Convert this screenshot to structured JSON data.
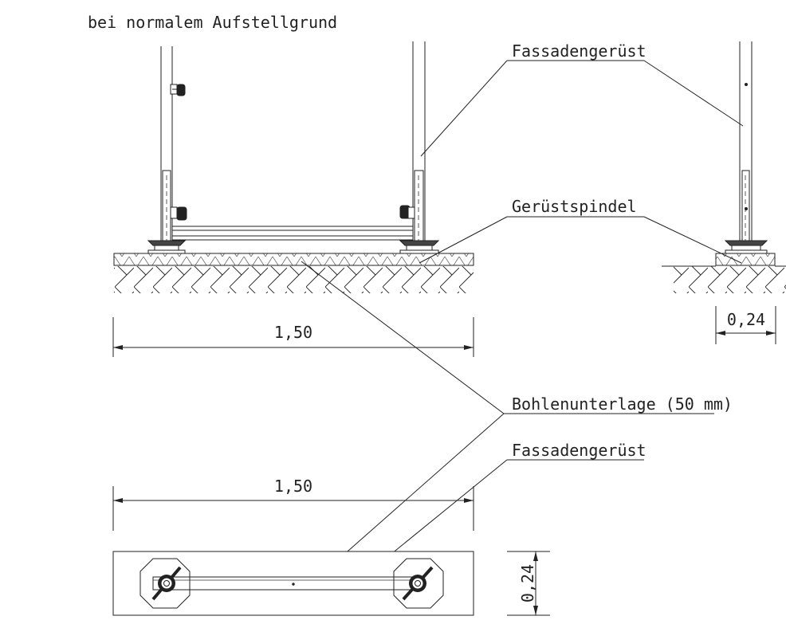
{
  "title": "bei normalem Aufstellgrund",
  "labels": {
    "fassade_top": "Fassadengerüst",
    "spindel": "Gerüstspindel",
    "bohlen": "Bohlenunterlage (50 mm)",
    "fassade_bottom": "Fassadengerüst"
  },
  "dimensions": {
    "front_width": "1,50",
    "side_width": "0,24",
    "plan_width": "1,50",
    "plan_depth": "0,24"
  }
}
